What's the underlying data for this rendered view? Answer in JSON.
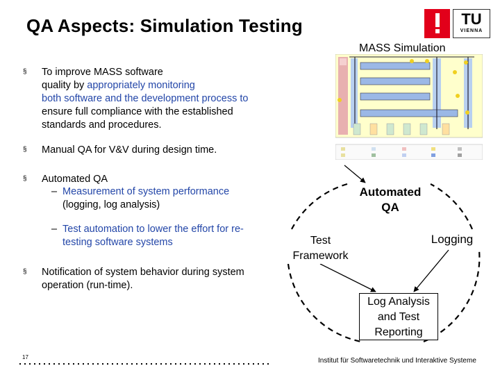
{
  "slide": {
    "title": "QA Aspects: Simulation Testing",
    "logo_tu": "TU",
    "logo_vienna": "VIENNA",
    "mass_simulation_label": "MASS Simulation",
    "bullets": [
      {
        "marker": "§",
        "lines": [
          [
            {
              "t": "To improve MASS software",
              "blue": false
            }
          ],
          [
            {
              "t": "quality by ",
              "blue": false
            },
            {
              "t": "appropriately monitoring",
              "blue": true
            }
          ],
          [
            {
              "t": "both software and the development process to",
              "blue": true
            }
          ],
          [
            {
              "t": "ensure full compliance with the established",
              "blue": false
            }
          ],
          [
            {
              "t": "standards and procedures.",
              "blue": false
            }
          ]
        ]
      },
      {
        "marker": "§",
        "lines": [
          [
            {
              "t": "Manual QA for V&V during design time.",
              "blue": false
            }
          ]
        ]
      },
      {
        "marker": "§",
        "lines": [
          [
            {
              "t": "Automated QA",
              "blue": false
            }
          ]
        ],
        "subs": [
          {
            "marker": "–",
            "lines": [
              [
                {
                  "t": "Measurement of system performance",
                  "blue": true
                }
              ],
              [
                {
                  "t": "(logging, log analysis)",
                  "blue": false
                }
              ]
            ]
          },
          {
            "marker": "–",
            "lines": [
              [
                {
                  "t": "Test automation to lower the effort for re-",
                  "blue": true
                }
              ],
              [
                {
                  "t": "testing software systems",
                  "blue": true
                }
              ]
            ]
          }
        ]
      },
      {
        "marker": "§",
        "lines": [
          [
            {
              "t": "Notification of system behavior during system",
              "blue": false
            }
          ],
          [
            {
              "t": "operation (run-time).",
              "blue": false
            }
          ]
        ]
      }
    ],
    "diagram": {
      "automated_qa": [
        "Automated",
        "QA"
      ],
      "test_framework": [
        "Test",
        "Framework"
      ],
      "logging": "Logging",
      "log_analysis": [
        "Log Analysis",
        "and Test",
        "Reporting"
      ]
    },
    "footer": {
      "page_number": "17",
      "institute": "Institut für Softwaretechnik und Interaktive Systeme"
    },
    "colors": {
      "accent_blue": "#2346a8",
      "tu_red": "#e2001a"
    }
  }
}
